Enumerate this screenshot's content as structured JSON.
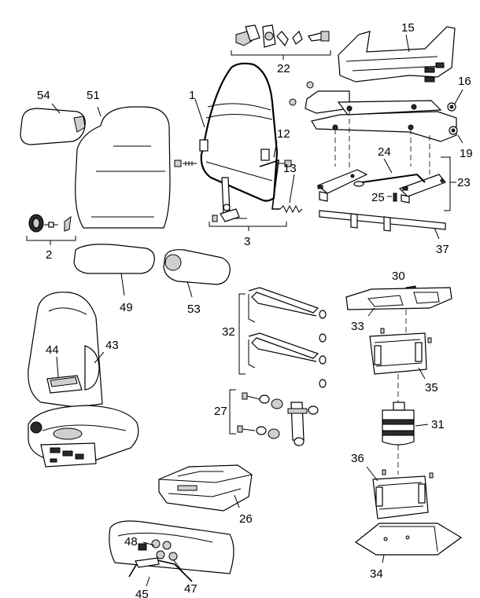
{
  "callouts": {
    "c1": "1",
    "c2": "2",
    "c3": "3",
    "c12": "12",
    "c13": "13",
    "c15": "15",
    "c16": "16",
    "c19": "19",
    "c22": "22",
    "c23": "23",
    "c24": "24",
    "c25": "25",
    "c26": "26",
    "c27": "27",
    "c30": "30",
    "c31": "31",
    "c32": "32",
    "c33": "33",
    "c34": "34",
    "c35": "35",
    "c36": "36",
    "c37": "37",
    "c43": "43",
    "c44": "44",
    "c45": "45",
    "c47": "47",
    "c48": "48",
    "c49": "49",
    "c51": "51",
    "c53": "53",
    "c54": "54"
  }
}
